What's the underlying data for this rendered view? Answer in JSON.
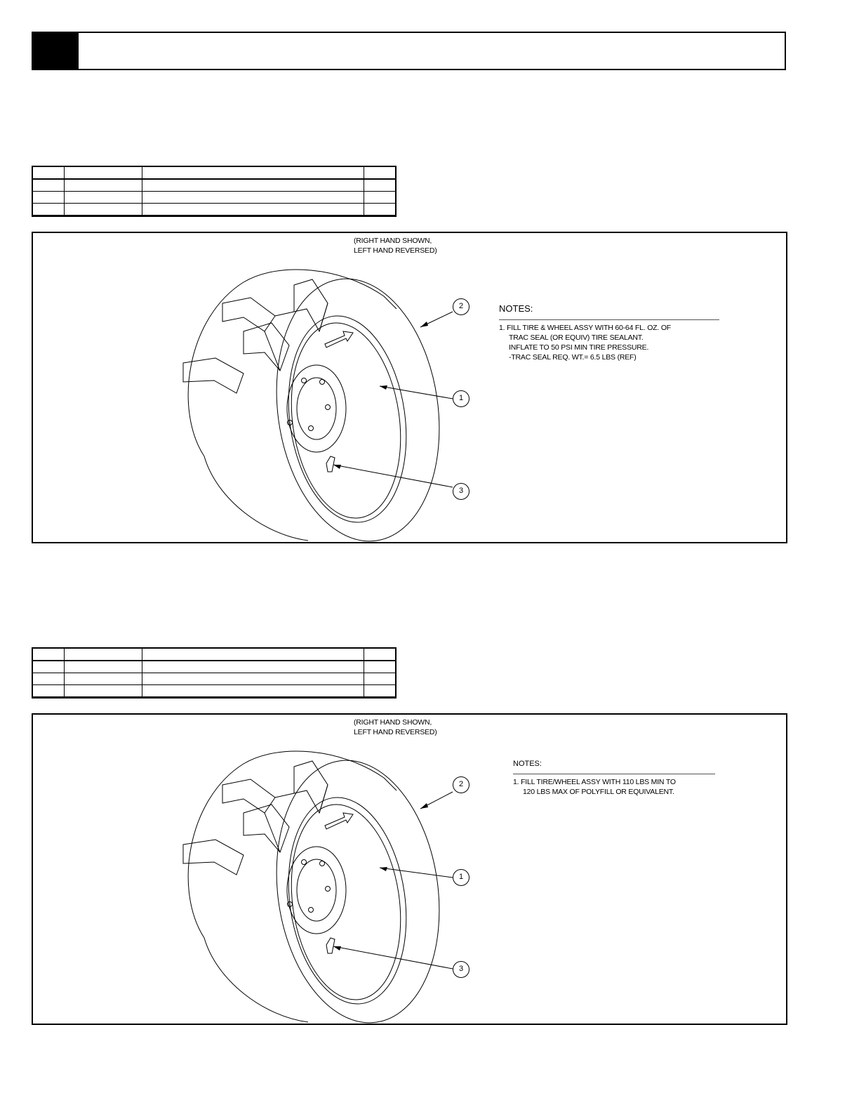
{
  "figures": [
    {
      "caption": [
        "(RIGHT HAND SHOWN,",
        "LEFT HAND REVERSED)"
      ],
      "notes_title": "NOTES:",
      "notes_lines": [
        "1.  FILL TIRE & WHEEL ASSY WITH 60-64 FL. OZ. OF",
        "TRAC SEAL (OR EQUIV) TIRE SEALANT.",
        "INFLATE TO 50 PSI MIN TIRE PRESSURE.",
        "-TRAC SEAL REQ. WT.= 6.5 LBS (REF)"
      ],
      "callouts": [
        "2",
        "1",
        "3"
      ]
    },
    {
      "caption": [
        "(RIGHT HAND SHOWN,",
        "LEFT HAND REVERSED)"
      ],
      "notes_title": "NOTES:",
      "notes_lines": [
        "1.  FILL TIRE/WHEEL ASSY WITH 110 LBS MIN TO",
        "120 LBS MAX OF POLYFILL OR EQUIVALENT."
      ],
      "callouts": [
        "2",
        "1",
        "3"
      ]
    }
  ]
}
